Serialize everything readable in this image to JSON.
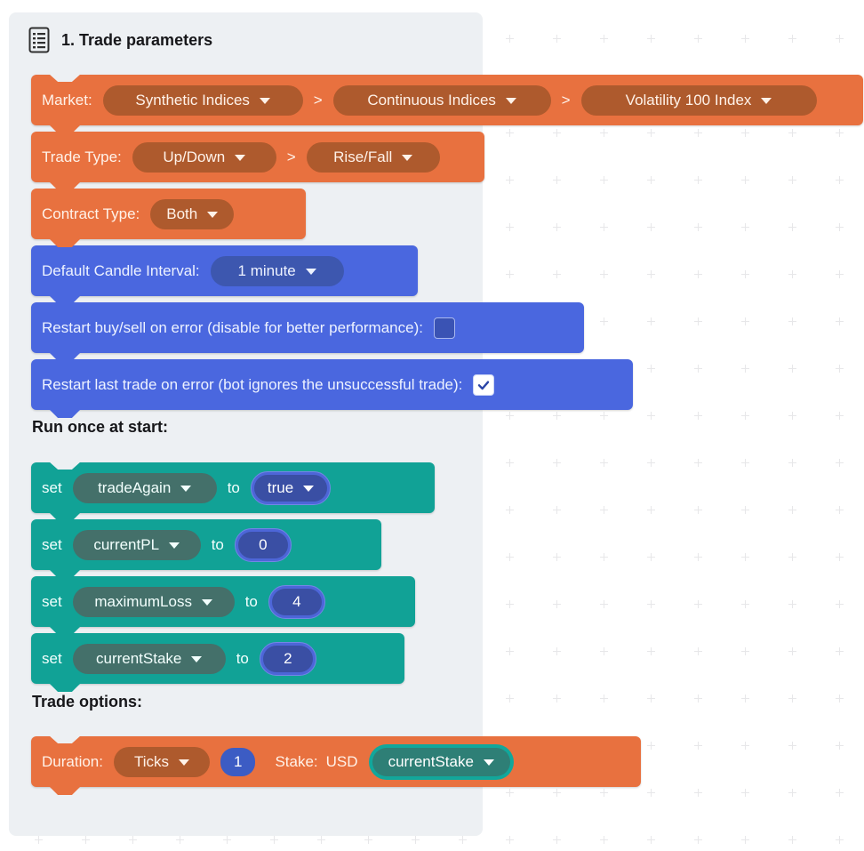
{
  "header": {
    "title": "1. Trade parameters",
    "icon": "list-document-icon"
  },
  "labels": {
    "run_once": "Run once at start:",
    "trade_options": "Trade options:"
  },
  "market": {
    "label": "Market:",
    "separator": ">",
    "options": [
      "Synthetic Indices",
      "Continuous Indices",
      "Volatility 100 Index"
    ]
  },
  "trade_type": {
    "label": "Trade Type:",
    "separator": ">",
    "options": [
      "Up/Down",
      "Rise/Fall"
    ]
  },
  "contract_type": {
    "label": "Contract Type:",
    "value": "Both"
  },
  "candle_interval": {
    "label": "Default Candle Interval:",
    "value": "1 minute"
  },
  "restart_buysell": {
    "label": "Restart buy/sell on error (disable for better performance):",
    "checked": false
  },
  "restart_lasttrade": {
    "label": "Restart last trade on error (bot ignores the unsuccessful trade):",
    "checked": true
  },
  "set_blocks": [
    {
      "keyword": "set",
      "variable": "tradeAgain",
      "to": "to",
      "value": "true"
    },
    {
      "keyword": "set",
      "variable": "currentPL",
      "to": "to",
      "value": "0"
    },
    {
      "keyword": "set",
      "variable": "maximumLoss",
      "to": "to",
      "value": "4"
    },
    {
      "keyword": "set",
      "variable": "currentStake",
      "to": "to",
      "value": "2"
    }
  ],
  "trade_options": {
    "duration_label": "Duration:",
    "duration_unit": "Ticks",
    "duration_value": "1",
    "stake_label": "Stake:",
    "currency": "USD",
    "stake_variable": "currentStake"
  },
  "colors": {
    "block_orange": "#e8713f",
    "pill_orange": "#ae5a2d",
    "block_blue": "#4a67df",
    "pill_blue": "#3d57af",
    "block_teal": "#11a296",
    "pill_teal": "#44706a",
    "value_block_outer": "#4d66d8",
    "value_block_inner": "#3a4fa4",
    "panel_bg": "#edf0f3"
  }
}
